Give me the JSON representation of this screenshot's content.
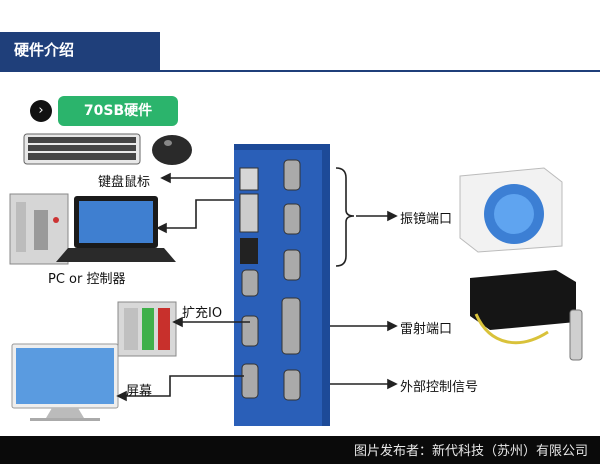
{
  "header": {
    "title": "硬件介绍"
  },
  "badge": {
    "arrow": "›",
    "label": "70SB硬件"
  },
  "labels": {
    "keyboard_mouse": "键盘鼠标",
    "pc_controller": "PC or 控制器",
    "expansion_io": "扩充IO",
    "screen": "屏幕",
    "galvo_port": "振镜端口",
    "laser_port": "雷射端口",
    "external_control": "外部控制信号"
  },
  "footer": {
    "caption": "图片发布者：新代科技（苏州）有限公司"
  },
  "colors": {
    "header": "#1f3f7a",
    "badge": "#2bb46c",
    "board": "#2a5fb8"
  }
}
